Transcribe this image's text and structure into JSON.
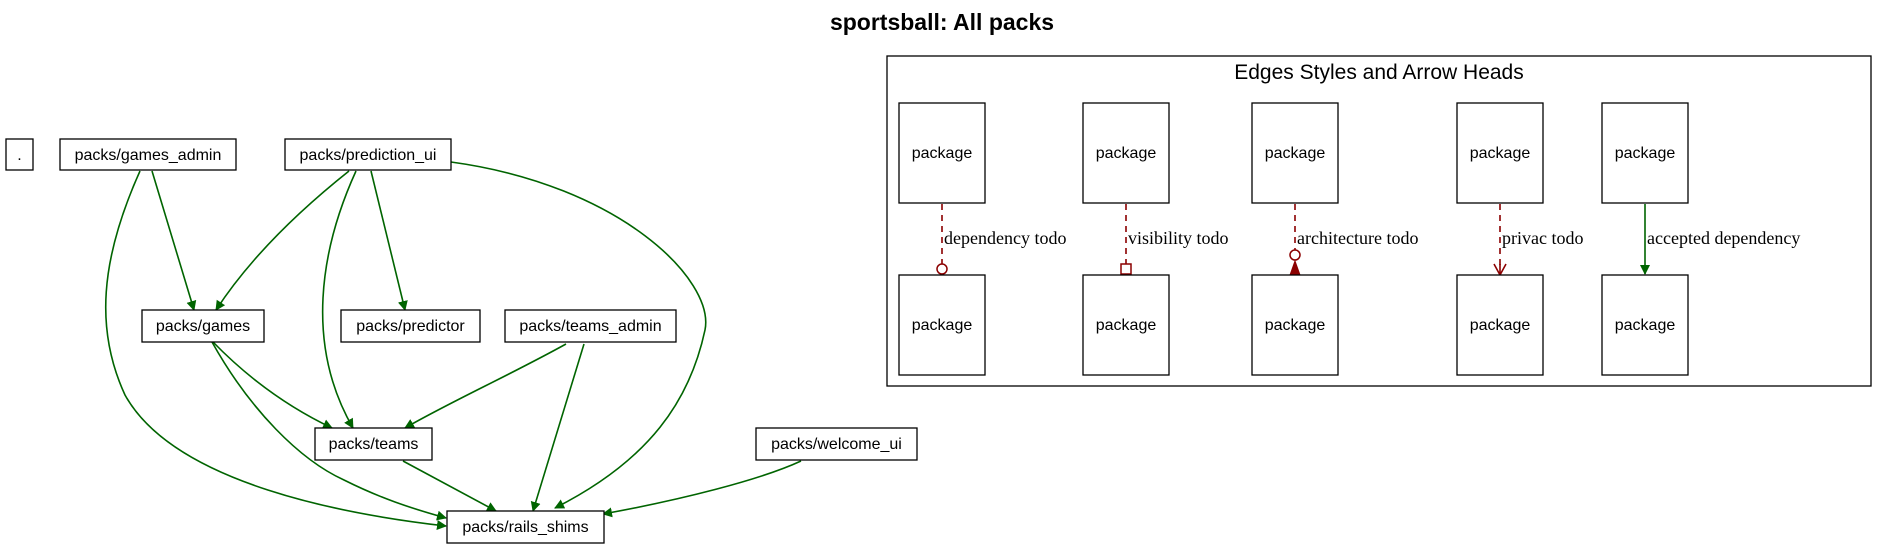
{
  "title": "sportsball: All packs",
  "nodes": {
    "root": ".",
    "games_admin": "packs/games_admin",
    "prediction_ui": "packs/prediction_ui",
    "games": "packs/games",
    "predictor": "packs/predictor",
    "teams_admin": "packs/teams_admin",
    "teams": "packs/teams",
    "welcome_ui": "packs/welcome_ui",
    "rails_shims": "packs/rails_shims"
  },
  "edges": [
    {
      "from": "packs/games_admin",
      "to": "packs/games"
    },
    {
      "from": "packs/games_admin",
      "to": "packs/rails_shims"
    },
    {
      "from": "packs/prediction_ui",
      "to": "packs/games"
    },
    {
      "from": "packs/prediction_ui",
      "to": "packs/teams"
    },
    {
      "from": "packs/prediction_ui",
      "to": "packs/predictor"
    },
    {
      "from": "packs/prediction_ui",
      "to": "packs/rails_shims"
    },
    {
      "from": "packs/games",
      "to": "packs/teams"
    },
    {
      "from": "packs/games",
      "to": "packs/rails_shims"
    },
    {
      "from": "packs/teams_admin",
      "to": "packs/teams"
    },
    {
      "from": "packs/teams_admin",
      "to": "packs/rails_shims"
    },
    {
      "from": "packs/teams",
      "to": "packs/rails_shims"
    },
    {
      "from": "packs/welcome_ui",
      "to": "packs/rails_shims"
    }
  ],
  "legend": {
    "title": "Edges Styles and Arrow Heads",
    "node_label": "package",
    "items": [
      {
        "label": "dependency todo",
        "style": "dashed",
        "arrowhead": "odot",
        "color": "#8b0000"
      },
      {
        "label": "visibility todo",
        "style": "dashed",
        "arrowhead": "obox",
        "color": "#8b0000"
      },
      {
        "label": "architecture todo",
        "style": "dashed",
        "arrowhead": "odot-normal",
        "color": "#8b0000"
      },
      {
        "label": "privac todo",
        "style": "dashed",
        "arrowhead": "crow",
        "color": "#8b0000"
      },
      {
        "label": "accepted dependency",
        "style": "solid",
        "arrowhead": "normal",
        "color": "#006400"
      }
    ]
  },
  "colors": {
    "accepted_edge": "#006400",
    "todo_edge": "#8b0000"
  }
}
